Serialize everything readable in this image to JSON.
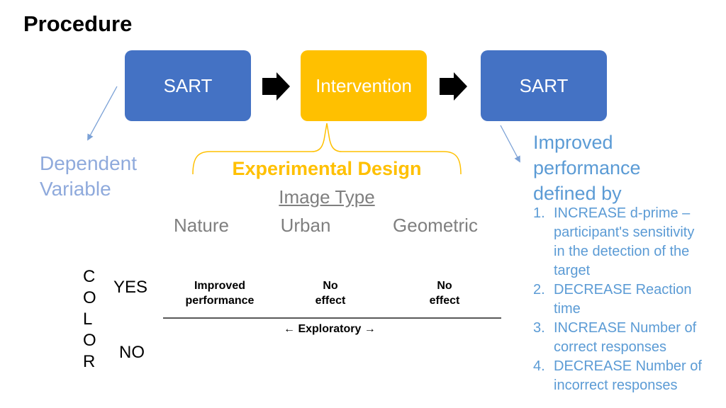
{
  "title": "Procedure",
  "flow": {
    "boxes": [
      {
        "label": "SART"
      },
      {
        "label": "Intervention"
      },
      {
        "label": "SART"
      }
    ]
  },
  "left_annotation": {
    "label": "Dependent Variable"
  },
  "experimental_design": {
    "heading": "Experimental Design",
    "image_type_heading": "Image Type",
    "image_types": [
      "Nature",
      "Urban",
      "Geometric"
    ],
    "color_factor": {
      "letters": [
        "C",
        "O",
        "L",
        "O",
        "R"
      ],
      "levels": [
        "YES",
        "NO"
      ]
    },
    "results": [
      "Improved performance",
      "No effect",
      "No effect"
    ],
    "exploratory_label": "← Exploratory →"
  },
  "right_annotation": {
    "heading": "Improved performance defined by",
    "items": [
      {
        "num": "1.",
        "text": "INCREASE d-prime – participant's sensitivity in the detection of the target"
      },
      {
        "num": "2.",
        "text": "DECREASE Reaction time"
      },
      {
        "num": "3.",
        "text": "INCREASE Number of correct responses"
      },
      {
        "num": "4.",
        "text": "DECREASE Number of incorrect responses"
      }
    ]
  },
  "colors": {
    "box_blue": "#4472C4",
    "box_gold": "#FFC000",
    "light_blue_text": "#8FAADC",
    "blue_text": "#5B9BD5",
    "gray_text": "#7F7F7F",
    "black_text": "#000000",
    "divider_line": "#595959",
    "annotation_arrow": "#7BA1D6"
  }
}
